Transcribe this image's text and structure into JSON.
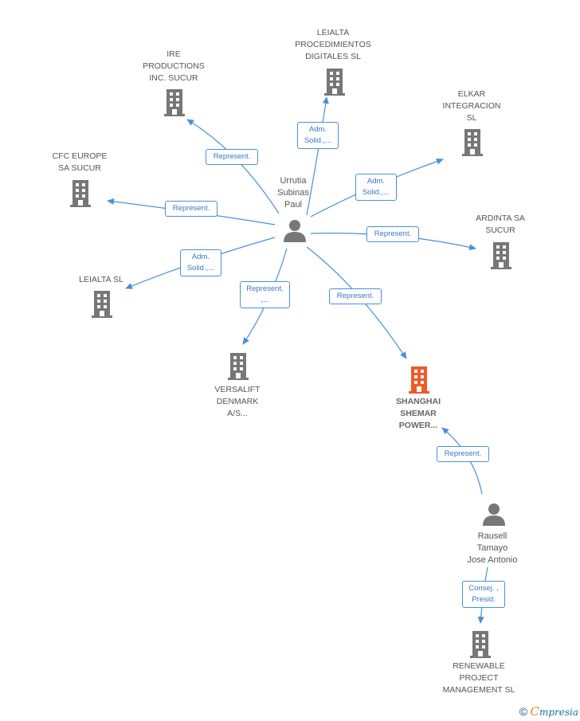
{
  "colors": {
    "edge": "#4a90d9",
    "building": "#777777",
    "building_focus": "#f05a28",
    "person": "#777777"
  },
  "nodes": {
    "urrutia": {
      "label": "Urrutia\nSubinas\nPaul",
      "icon": "person-icon"
    },
    "rausell": {
      "label": "Rausell\nTamayo\nJose Antonio",
      "icon": "person-icon"
    },
    "leialta_proc": {
      "label": "LEIALTA\nPROCEDIMIENTOS\nDIGITALES  SL",
      "icon": "building-icon"
    },
    "ire": {
      "label": "IRE\nPRODUCTIONS\nINC.  SUCUR",
      "icon": "building-icon"
    },
    "elkar": {
      "label": "ELKAR\nINTEGRACION\nSL",
      "icon": "building-icon"
    },
    "cfc": {
      "label": "CFC EUROPE\nSA SUCUR",
      "icon": "building-icon"
    },
    "ardinta": {
      "label": "ARDINTA SA\nSUCUR",
      "icon": "building-icon"
    },
    "leialta_sl": {
      "label": "LEIALTA  SL",
      "icon": "building-icon"
    },
    "versalift": {
      "label": "VERSALIFT\nDENMARK\nA/S...",
      "icon": "building-icon"
    },
    "shanghai": {
      "label": "SHANGHAI\nSHEMAR\nPOWER...",
      "icon": "building-icon"
    },
    "renewable": {
      "label": "RENEWABLE\nPROJECT\nMANAGEMENT SL",
      "icon": "building-icon"
    }
  },
  "edges": {
    "e_leialta_proc": "Adm.\nSolid.,...",
    "e_ire": "Represent.",
    "e_elkar": "Adm.\nSolid.,...",
    "e_cfc": "Represent.",
    "e_ardinta": "Represent.",
    "e_leialta_sl": "Adm.\nSolid.,...",
    "e_versalift": "Represent.\n,...",
    "e_shanghai": "Represent.",
    "e_rausell_shanghai": "Represent.",
    "e_rausell_renewable": "Consej. ,\nPresid."
  },
  "footer": {
    "copyright": "©",
    "brand_first": "C",
    "brand_rest": "mpresia"
  }
}
